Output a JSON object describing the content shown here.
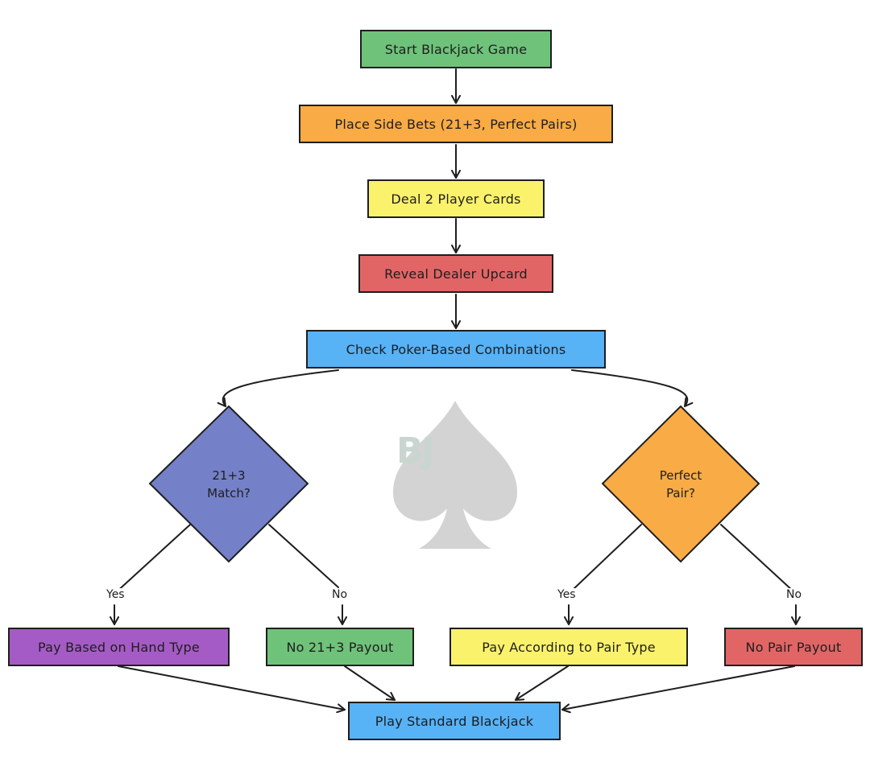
{
  "colors": {
    "green": "#6fc27a",
    "orange": "#f9ab45",
    "yellow": "#fbf26c",
    "red": "#e26566",
    "blue": "#57b2f6",
    "indigo": "#7480c8",
    "purple": "#a55bc5",
    "stroke": "#1e1e1e",
    "watermark": "#d3d3d3"
  },
  "watermark": {
    "icon": "spade-icon",
    "text": "BJ"
  },
  "nodes": {
    "start": {
      "label": "Start Blackjack Game"
    },
    "side_bets": {
      "label": "Place Side Bets (21+3, Perfect Pairs)"
    },
    "deal": {
      "label": "Deal 2 Player Cards"
    },
    "reveal": {
      "label": "Reveal Dealer Upcard"
    },
    "check": {
      "label": "Check Poker-Based Combinations"
    },
    "match_213": {
      "label": "21+3\nMatch?"
    },
    "perfect_pair": {
      "label": "Perfect\nPair?"
    },
    "pay_hand": {
      "label": "Pay Based on Hand Type"
    },
    "no_213": {
      "label": "No 21+3 Payout"
    },
    "pay_pair": {
      "label": "Pay According to Pair Type"
    },
    "no_pair": {
      "label": "No Pair Payout"
    },
    "play": {
      "label": "Play Standard Blackjack"
    }
  },
  "edges": {
    "yes_left": "Yes",
    "no_left": "No",
    "yes_right": "Yes",
    "no_right": "No"
  }
}
